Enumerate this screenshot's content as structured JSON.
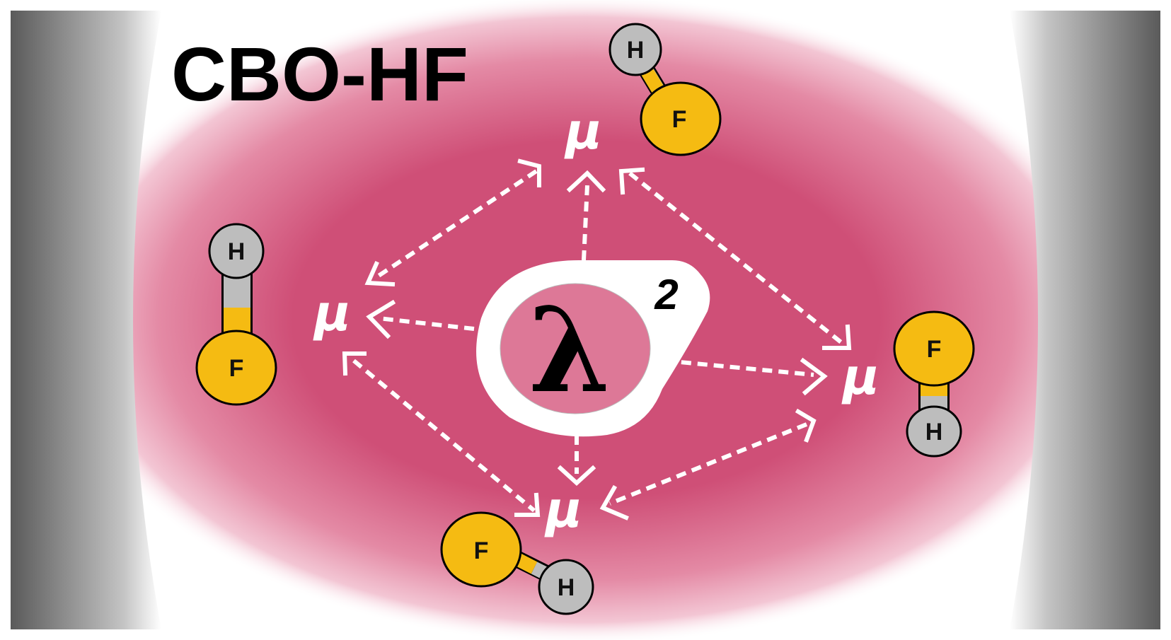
{
  "title": "CBO-HF",
  "coupling": {
    "symbol": "λ",
    "power": "2"
  },
  "dipole_symbol": "μ",
  "atoms": {
    "hydrogen": "H",
    "fluorine": "F"
  },
  "colors": {
    "cavity_field": "#cf4f77",
    "mirror_dark": "#5a5a5a",
    "hydrogen": "#bdbdbd",
    "fluorine": "#f5bb12",
    "arrow": "#ffffff",
    "outline": "#000000"
  }
}
